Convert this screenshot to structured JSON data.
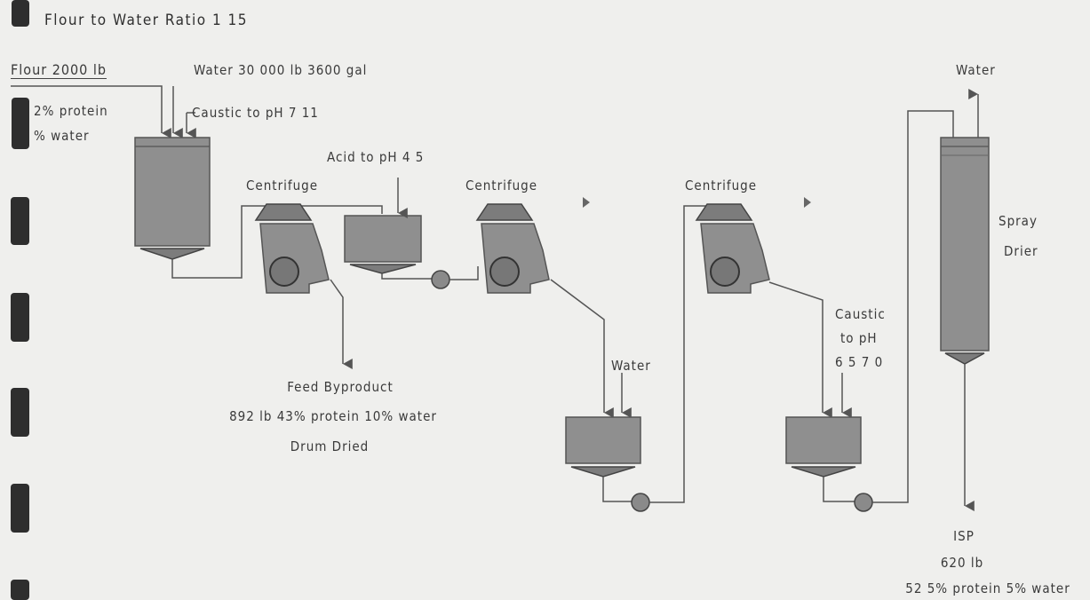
{
  "title": "Flour to Water Ratio 1 15",
  "inputs": {
    "flour": "Flour 2000 lb",
    "water": "Water 30 000 lb 3600 gal",
    "flour_protein": "2% protein",
    "flour_water": "% water",
    "caustic_1": "Caustic to pH 7 11"
  },
  "steps": {
    "acid": "Acid to pH 4 5",
    "centrifuge_1": "Centrifuge",
    "centrifuge_2": "Centrifuge",
    "centrifuge_3": "Centrifuge",
    "water_wash": "Water",
    "caustic_2_line1": "Caustic",
    "caustic_2_line2": "to pH",
    "caustic_2_line3": "6 5 7 0",
    "spray_dryer_line1": "Spray",
    "spray_dryer_line2": "Drier",
    "water_out": "Water"
  },
  "byproduct": {
    "line1": "Feed Byproduct",
    "line2": "892 lb 43% protein 10% water",
    "line3": "Drum Dried"
  },
  "product": {
    "line1": "ISP",
    "line2": "620 lb",
    "line3": "52 5% protein 5% water"
  }
}
